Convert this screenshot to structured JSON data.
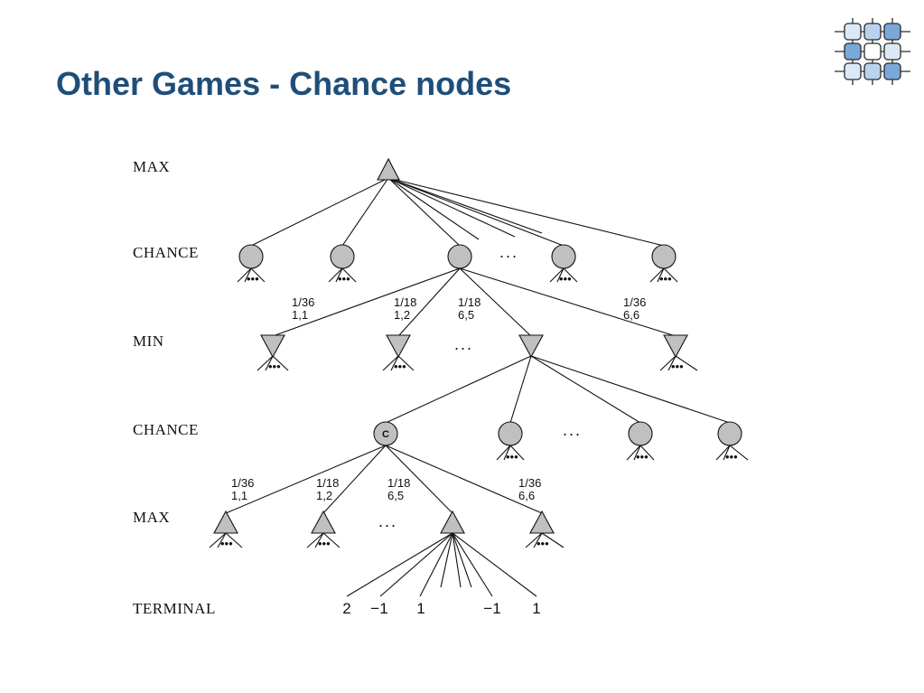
{
  "slide": {
    "title": "Other Games - Chance nodes"
  },
  "logo": {
    "icon": "grid-network-logo",
    "colors": {
      "dark": "#7aa8d8",
      "light": "#dbe9f7",
      "border": "#2a2a2a"
    }
  },
  "diagram": {
    "levels": [
      "MAX",
      "CHANCE",
      "MIN",
      "CHANCE",
      "MAX",
      "TERMINAL"
    ],
    "ellipsis": "...",
    "chance_symbol": "C",
    "stub_ellipsis": "•••",
    "branches_top": [
      {
        "prob": "1/36",
        "roll": "1,1"
      },
      {
        "prob": "1/18",
        "roll": "1,2"
      },
      {
        "prob": "1/18",
        "roll": "6,5"
      },
      {
        "prob": "1/36",
        "roll": "6,6"
      }
    ],
    "branches_bottom": [
      {
        "prob": "1/36",
        "roll": "1,1"
      },
      {
        "prob": "1/18",
        "roll": "1,2"
      },
      {
        "prob": "1/18",
        "roll": "6,5"
      },
      {
        "prob": "1/36",
        "roll": "6,6"
      }
    ],
    "terminal_values": [
      "2",
      "−1",
      "1",
      "−1",
      "1"
    ]
  }
}
